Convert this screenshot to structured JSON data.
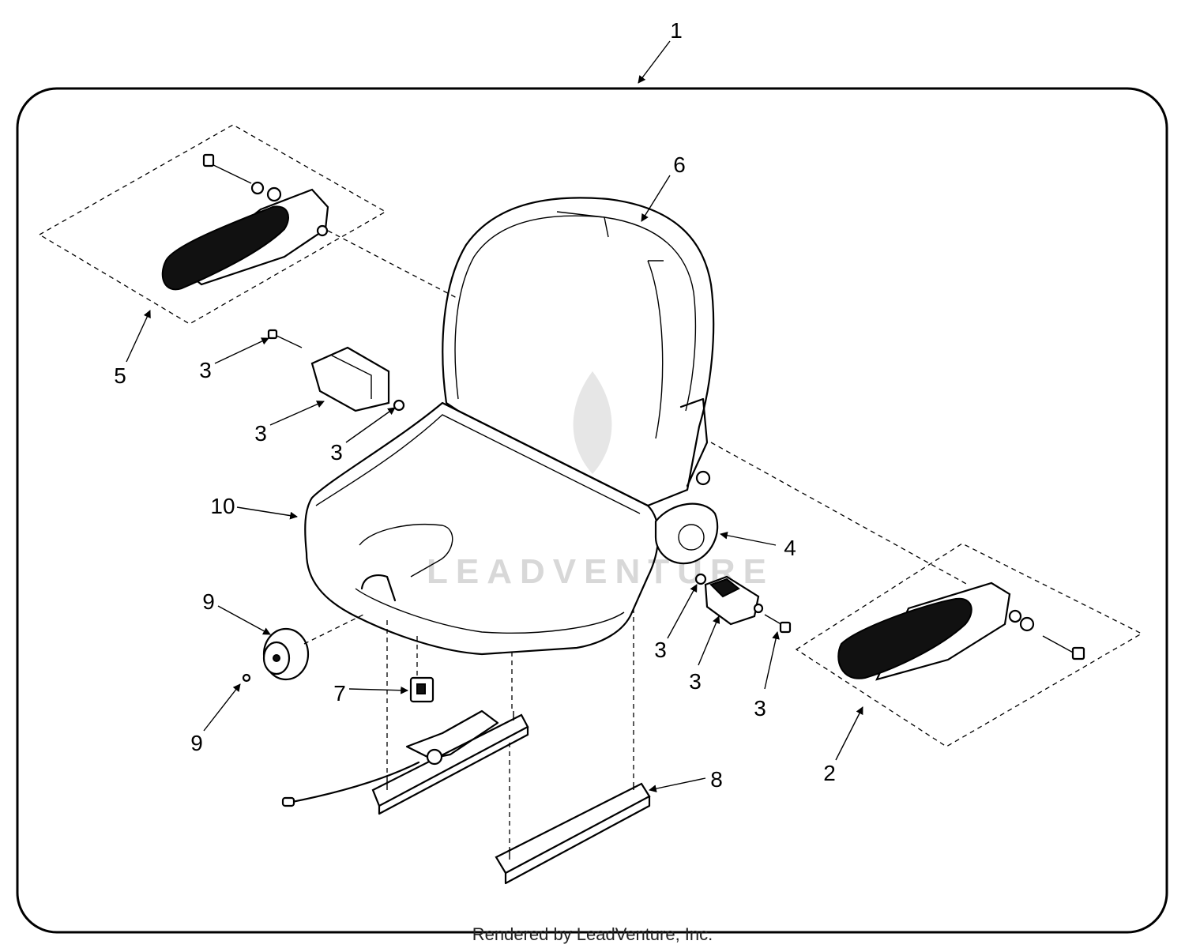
{
  "diagram": {
    "callouts": {
      "c1": "1",
      "c2": "2",
      "c3a": "3",
      "c3b": "3",
      "c3c": "3",
      "c3d": "3",
      "c3e": "3",
      "c3f": "3",
      "c4": "4",
      "c5": "5",
      "c6": "6",
      "c7": "7",
      "c8": "8",
      "c9a": "9",
      "c9b": "9",
      "c10": "10"
    },
    "watermark": "LEADVENTURE",
    "footer": "Rendered by LeadVenture, Inc."
  },
  "colors": {
    "ink": "#000000",
    "background": "#ffffff",
    "watermark": "#d8d8d8"
  }
}
